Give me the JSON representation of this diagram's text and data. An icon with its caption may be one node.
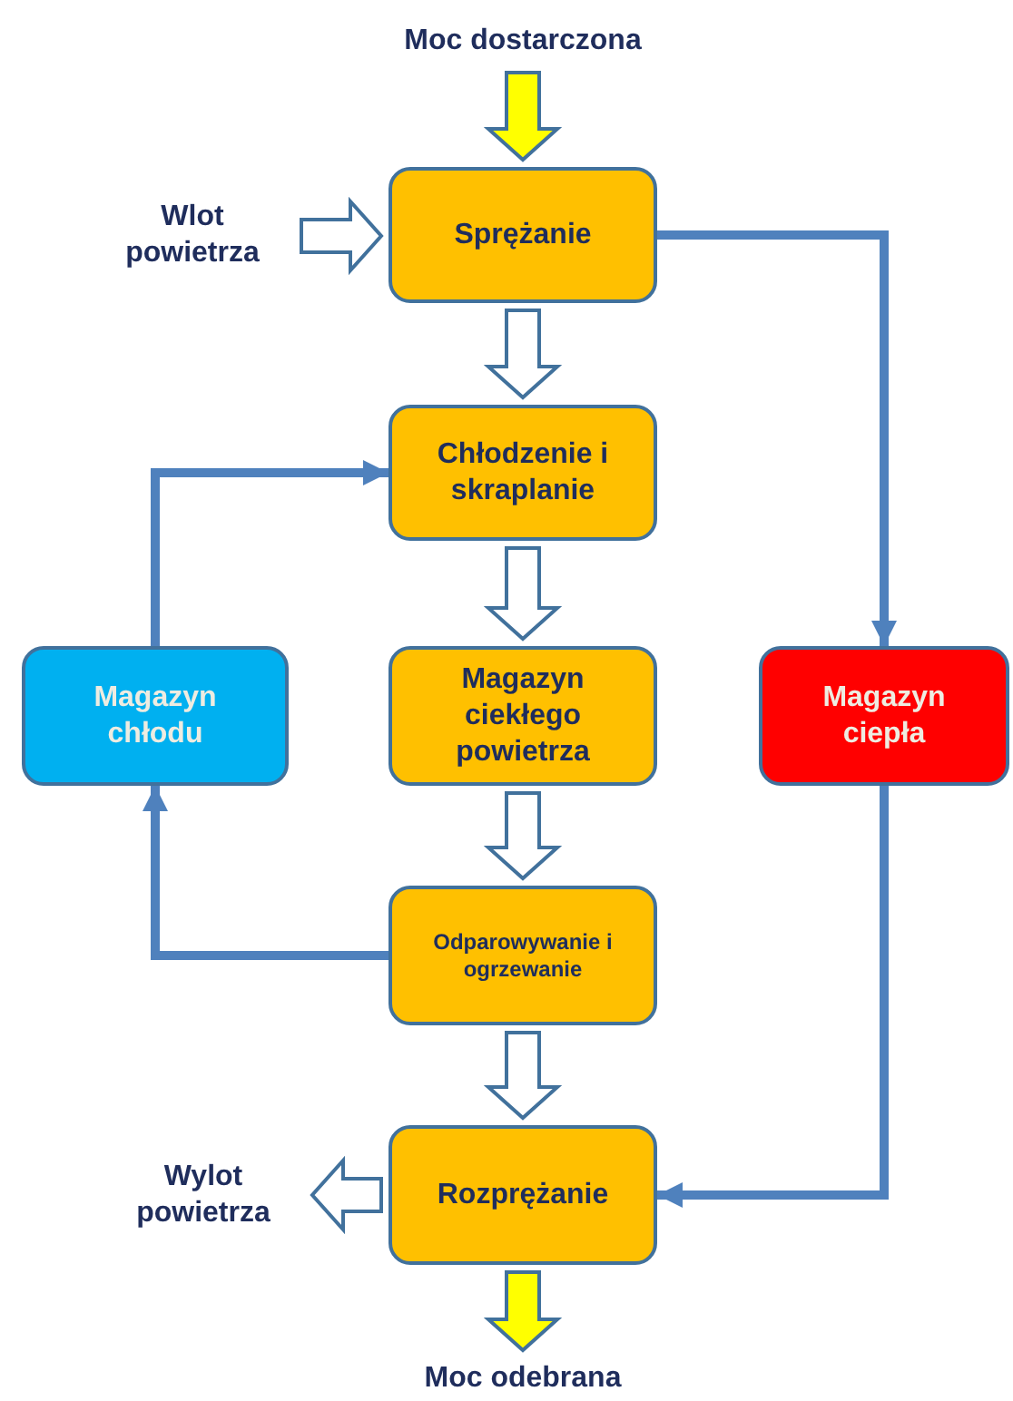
{
  "diagram": {
    "nodes": [
      {
        "text": [
          "Moc dostarczona"
        ]
      },
      {
        "text": [
          "Wlot powietrza"
        ]
      },
      {
        "text": [
          "Sprężanie"
        ]
      },
      {
        "text": [
          "Chłodzenie i skraplanie"
        ]
      },
      {
        "text": [
          "Magazyn ciekłego powietrza"
        ]
      },
      {
        "text": [
          "Odparowywanie i ogrzewanie"
        ]
      },
      {
        "text": [
          "Rozprężanie"
        ]
      },
      {
        "text": [
          "Magazyn chłodu"
        ]
      },
      {
        "text": [
          "Magazyn ciepła"
        ]
      },
      {
        "text": [
          "Wylot powietrza"
        ]
      },
      {
        "text": [
          "Moc odebrana"
        ]
      }
    ],
    "edges": [
      {
        "from": 0,
        "to": 2,
        "arrow": "to",
        "style": "thick",
        "color": "#ffff00"
      },
      {
        "from": 1,
        "to": 2,
        "arrow": "to",
        "style": "thick"
      },
      {
        "from": 2,
        "to": 3,
        "arrow": "to",
        "style": "thick"
      },
      {
        "from": 3,
        "to": 4,
        "arrow": "to",
        "style": "thick"
      },
      {
        "from": 4,
        "to": 5,
        "arrow": "to",
        "style": "thick"
      },
      {
        "from": 5,
        "to": 6,
        "arrow": "to",
        "style": "thick"
      },
      {
        "from": 6,
        "to": 9,
        "arrow": "to",
        "style": "thick"
      },
      {
        "from": 6,
        "to": 10,
        "arrow": "to",
        "style": "thick",
        "color": "#ffff00"
      },
      {
        "from": 2,
        "to": 8,
        "arrow": "to",
        "color": "#4f81bd"
      },
      {
        "from": 8,
        "to": 6,
        "arrow": "to",
        "color": "#4f81bd"
      },
      {
        "from": 5,
        "to": 7,
        "arrow": "to",
        "color": "#4f81bd"
      },
      {
        "from": 7,
        "to": 3,
        "arrow": "to",
        "color": "#4f81bd"
      }
    ]
  }
}
